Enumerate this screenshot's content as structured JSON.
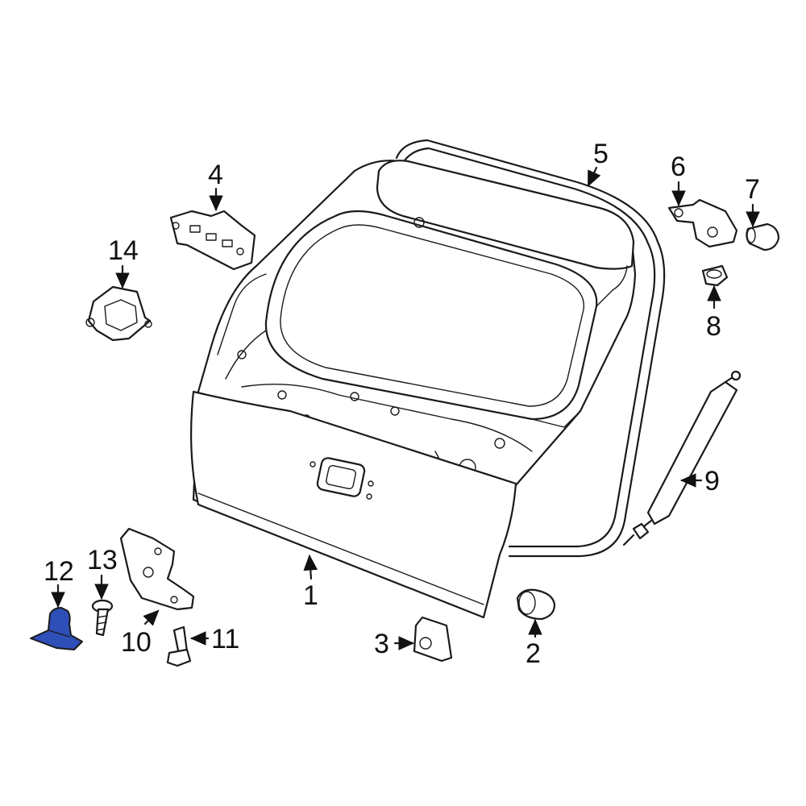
{
  "diagram": {
    "highlight_color": "#2f4fb8",
    "callouts": {
      "p1": "1",
      "p2": "2",
      "p3": "3",
      "p4": "4",
      "p5": "5",
      "p6": "6",
      "p7": "7",
      "p8": "8",
      "p9": "9",
      "p10": "10",
      "p11": "11",
      "p12": "12",
      "p13": "13",
      "p14": "14"
    }
  }
}
